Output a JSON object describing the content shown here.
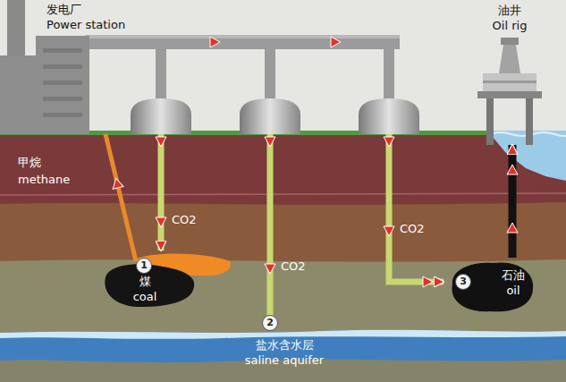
{
  "diagram": {
    "nodes": [
      {
        "text": [
          "发电厂",
          "Power station"
        ]
      },
      {
        "text": [
          "油井",
          "Oil rig"
        ]
      },
      {
        "text": [
          "煤",
          "coal"
        ]
      },
      {
        "text": [
          "盐水含水层",
          "saline aquifer"
        ]
      },
      {
        "text": [
          "石油",
          "oil"
        ]
      }
    ],
    "edges": [
      {
        "from": 0,
        "to": 2,
        "arrow": "to",
        "label": "CO2"
      },
      {
        "from": 0,
        "to": 3,
        "arrow": "to",
        "label": "CO2"
      },
      {
        "from": 0,
        "to": 4,
        "arrow": "to",
        "label": "CO2"
      },
      {
        "from": 4,
        "to": 1,
        "arrow": "to"
      }
    ],
    "labels": [
      "甲烷",
      "methane",
      "1",
      "2",
      "3"
    ]
  }
}
